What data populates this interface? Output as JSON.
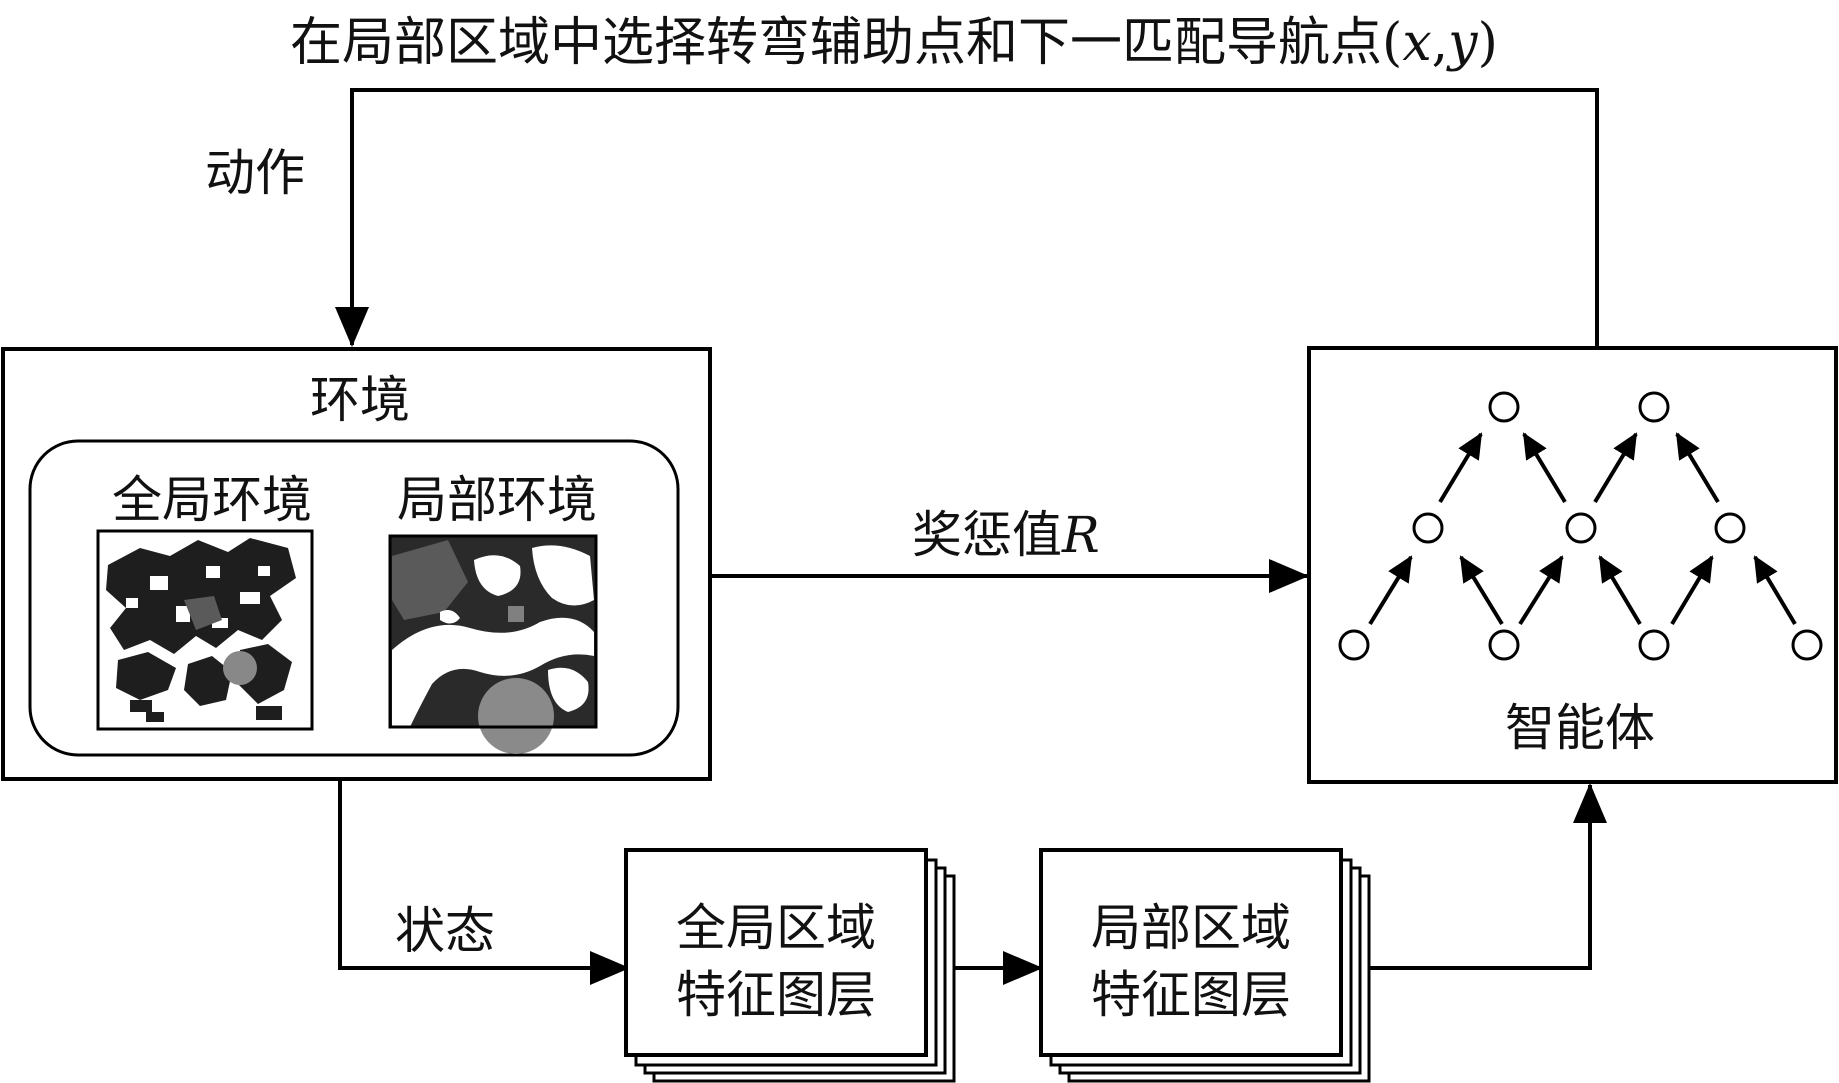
{
  "top_label": {
    "prefix": "在局部区域中选择转弯辅助点和下一匹配导航点",
    "open_paren": "(",
    "var_x": "x",
    "comma": ",",
    "var_y": "y",
    "close_paren": ")"
  },
  "action_label": "动作",
  "environment": {
    "title": "环境",
    "global_label": "全局环境",
    "local_label": "局部环境"
  },
  "reward": {
    "prefix": "奖惩值",
    "var": "R"
  },
  "agent": {
    "title": "智能体"
  },
  "state_label": "状态",
  "feature_layers": {
    "global": {
      "line1": "全局区域",
      "line2": "特征图层"
    },
    "local": {
      "line1": "局部区域",
      "line2": "特征图层"
    }
  }
}
